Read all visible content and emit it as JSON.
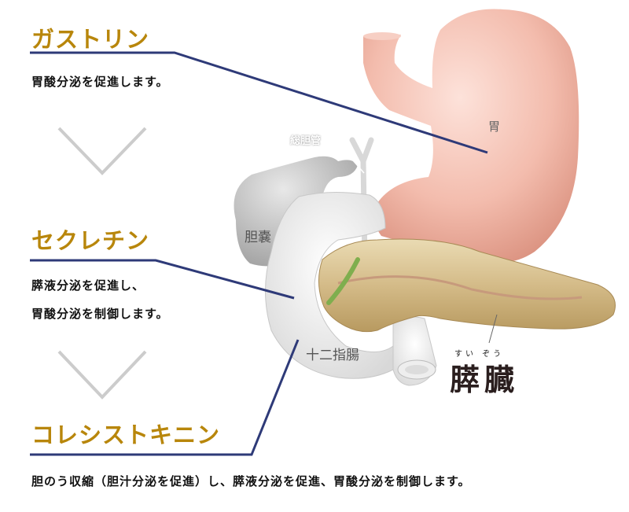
{
  "hormones": [
    {
      "name": "ガストリン",
      "description_lines": [
        "胃酸分泌を促進します。"
      ]
    },
    {
      "name": "セクレチン",
      "description_lines": [
        "膵液分泌を促進し、",
        "胃酸分泌を制御します。"
      ]
    },
    {
      "name": "コレシストキニン",
      "description_lines": [
        "胆のう収縮（胆汁分泌を促進）し、膵液分泌を促進、胃酸分泌を制御します。"
      ]
    }
  ],
  "organs": {
    "stomach": "胃",
    "common_bile_duct": "総胆管",
    "gallbladder": "胆嚢",
    "duodenum": "十二指腸",
    "pancreas": "膵臓",
    "pancreas_reading": "すい ぞう"
  },
  "colors": {
    "title": "#b8860b",
    "leader_line": "#2e3a78",
    "chevron": "#cccccc",
    "stomach": "#f2b8a8",
    "pancreas": "#d9c192",
    "duodenum": "#f2f2f2",
    "gallbladder": "#bdbdbd"
  }
}
